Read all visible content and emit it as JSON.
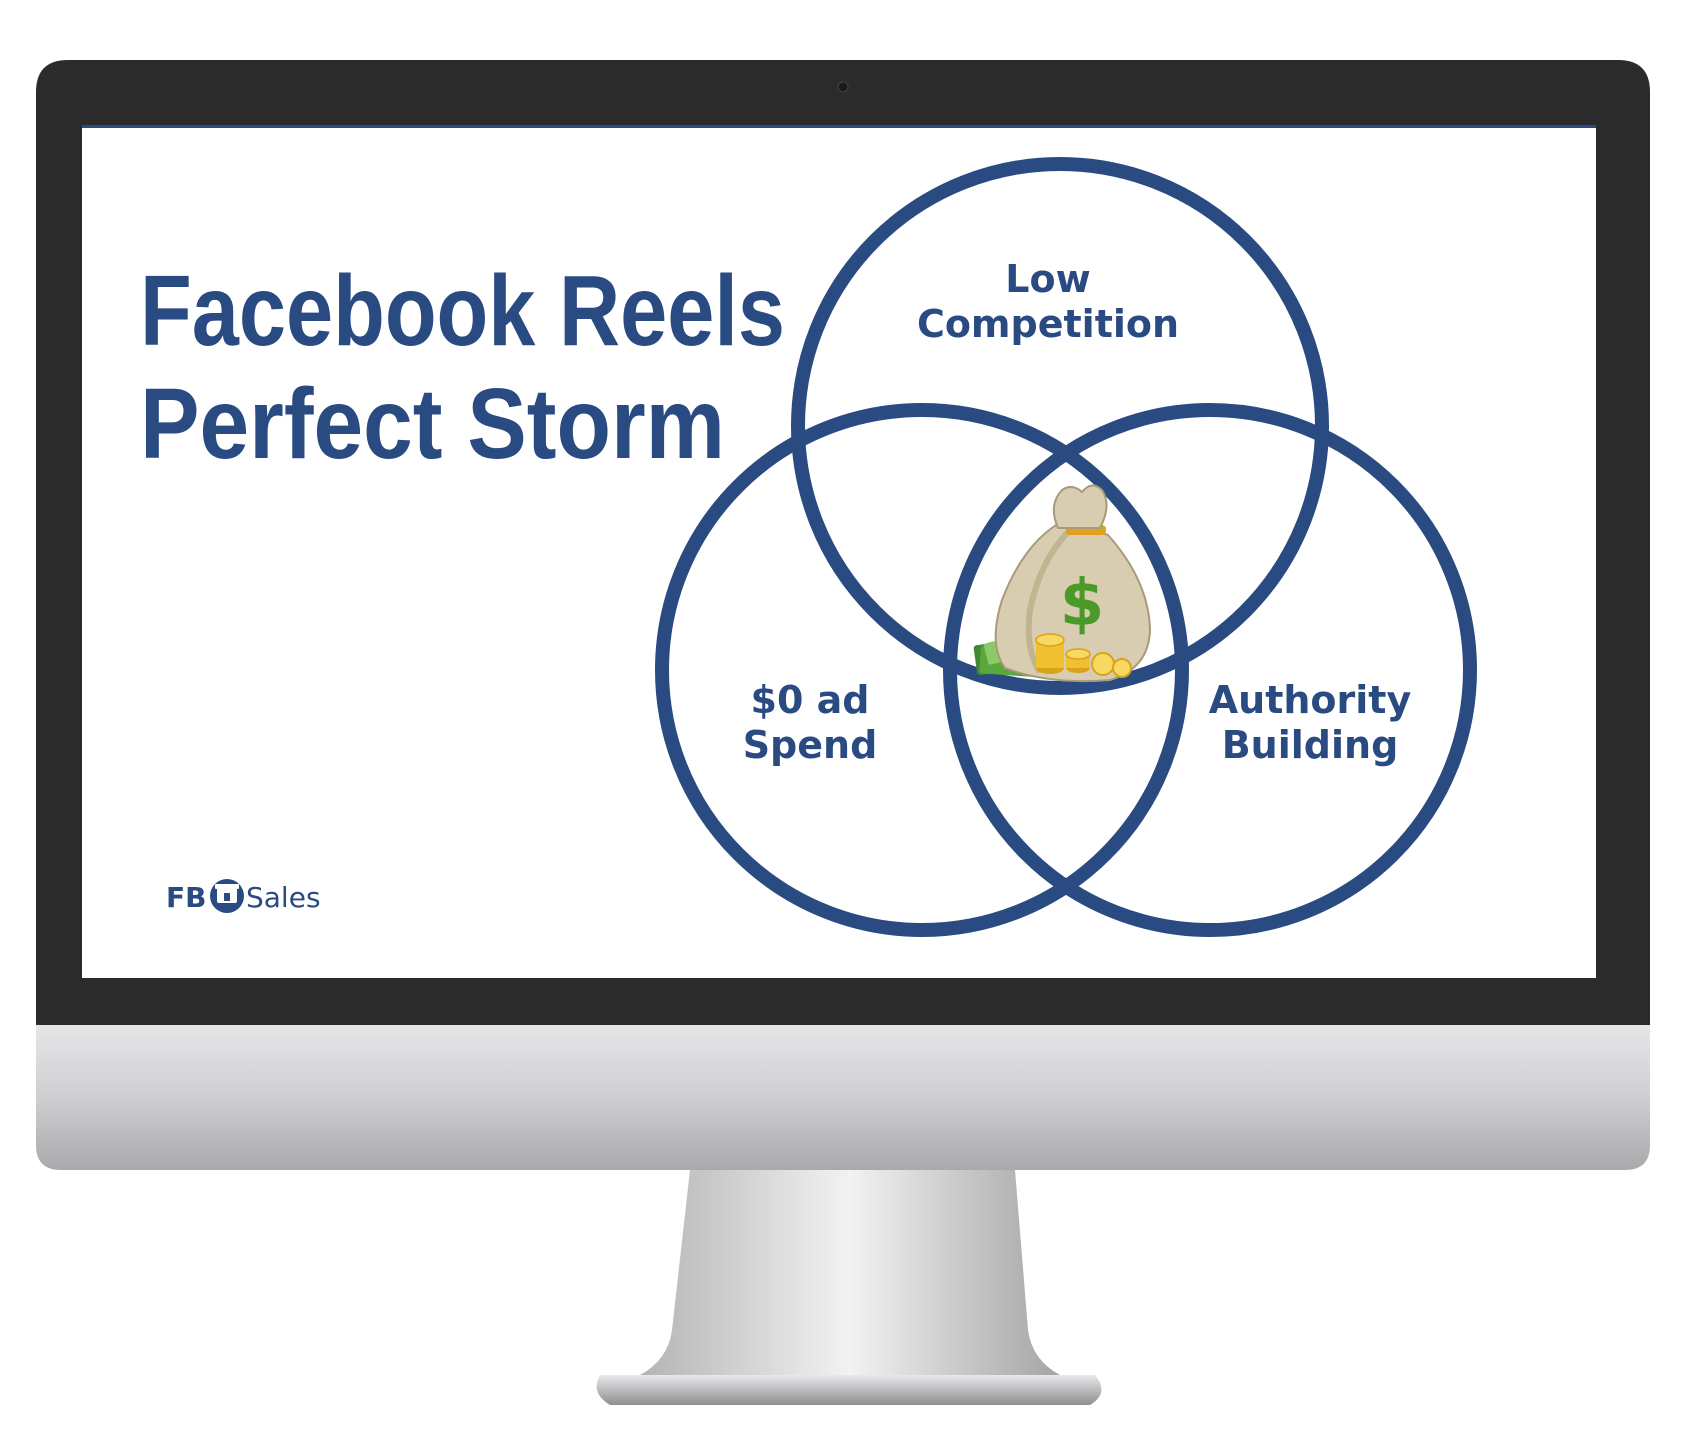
{
  "slide": {
    "title_line_1": "Facebook Reels",
    "title_line_2": "Perfect  Storm"
  },
  "venn": {
    "top_label_1": "Low",
    "top_label_2": "Competition",
    "left_label_1": "$0 ad",
    "left_label_2": "Spend",
    "right_label_1": "Authority",
    "right_label_2": "Building",
    "center_icon": "money-bag-icon",
    "center_symbol": "$"
  },
  "logo": {
    "prefix": "FB",
    "suffix": "Sales",
    "icon": "shop-icon"
  },
  "colors": {
    "accent": "#2a4a82",
    "bezel": "#2b2b2b",
    "stand": "#c4c4c6",
    "dollar_green": "#4a9a2a",
    "bag": "#d8cdb0"
  }
}
